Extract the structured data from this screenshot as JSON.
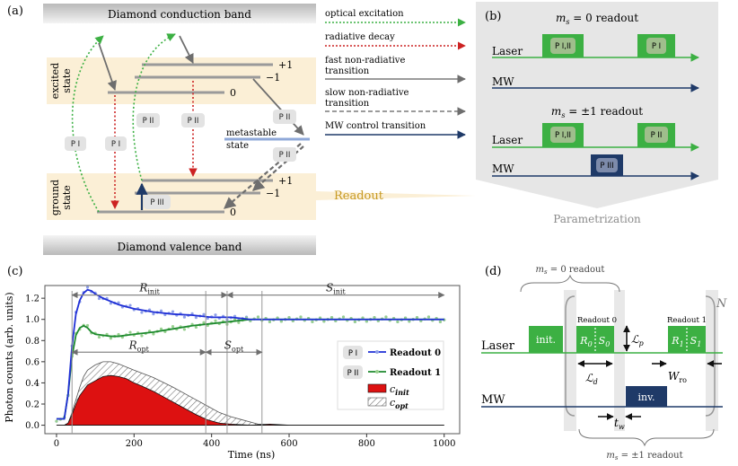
{
  "panel_a": {
    "label": "(a)",
    "conduction_band": "Diamond conduction band",
    "valence_band": "Diamond valence band",
    "excited_state": "excited state",
    "ground_state": "ground state",
    "metastable": "metastable state",
    "levels": {
      "plus1_excited": "+1",
      "minus1_excited": "−1",
      "zero_excited": "0",
      "plus1_ground": "+1",
      "minus1_ground": "−1",
      "zero_ground": "0"
    },
    "pills": [
      "P I",
      "P I",
      "P II",
      "P II",
      "P II",
      "P II",
      "P III"
    ],
    "readout": "Readout",
    "legend": [
      {
        "label": "optical excitation",
        "color": "#3cb043",
        "style": "dotted"
      },
      {
        "label": "radiative decay",
        "color": "#cc2222",
        "style": "dotted"
      },
      {
        "label": "fast non-radiative transition",
        "color": "#7a7a7a",
        "style": "solid"
      },
      {
        "label": "slow non-radiative transition",
        "color": "#7a7a7a",
        "style": "dashed"
      },
      {
        "label": "MW control transition",
        "color": "#1f3a68",
        "style": "solid"
      }
    ]
  },
  "panel_b": {
    "label": "(b)",
    "title0": "m_s = 0 readout",
    "title1": "m_s = ±1 readout",
    "laser": "Laser",
    "mw": "MW",
    "pulses0": [
      "P I,II",
      "P I"
    ],
    "pulses1": [
      "P I,II",
      "P II"
    ],
    "mw_pulse": "P III",
    "footer": "Parametrization"
  },
  "panel_c": {
    "label": "(c)",
    "chart_data": {
      "type": "line",
      "xlabel": "Time (ns)",
      "ylabel": "Photon counts (arb. units)",
      "xlim": [
        -30,
        1040
      ],
      "ylim": [
        -0.08,
        1.32
      ],
      "xticks": [
        "0",
        "200",
        "400",
        "600",
        "800",
        "1000"
      ],
      "yticks": [
        "0.0",
        "0.2",
        "0.4",
        "0.6",
        "0.8",
        "1.0",
        "1.2"
      ],
      "series": [
        {
          "name": "Readout 0",
          "color": "#1f2fd6",
          "x": [
            0,
            20,
            30,
            40,
            50,
            60,
            70,
            80,
            90,
            100,
            120,
            140,
            160,
            180,
            200,
            250,
            300,
            350,
            400,
            450,
            500,
            550,
            600,
            650,
            700,
            750,
            800,
            850,
            900,
            950,
            1000
          ],
          "y": [
            0.06,
            0.06,
            0.3,
            0.75,
            1.05,
            1.18,
            1.25,
            1.28,
            1.27,
            1.24,
            1.2,
            1.17,
            1.14,
            1.12,
            1.1,
            1.07,
            1.05,
            1.04,
            1.02,
            1.02,
            1.0,
            1.0,
            1.0,
            1.0,
            1.0,
            1.0,
            1.0,
            1.0,
            1.0,
            1.0,
            1.0
          ]
        },
        {
          "name": "Readout 1",
          "color": "#1e8a2e",
          "x": [
            0,
            20,
            30,
            40,
            50,
            60,
            70,
            80,
            90,
            100,
            120,
            140,
            160,
            180,
            200,
            250,
            300,
            350,
            400,
            450,
            500,
            550,
            600,
            650,
            700,
            750,
            800,
            850,
            900,
            950,
            1000
          ],
          "y": [
            0.06,
            0.06,
            0.3,
            0.65,
            0.85,
            0.92,
            0.94,
            0.92,
            0.88,
            0.86,
            0.85,
            0.84,
            0.84,
            0.85,
            0.86,
            0.88,
            0.91,
            0.94,
            0.96,
            0.98,
            1.0,
            1.0,
            1.0,
            1.0,
            1.0,
            1.0,
            1.0,
            1.0,
            1.0,
            1.0,
            1.0
          ]
        },
        {
          "name": "c_init",
          "color": "#dd1111",
          "x": [
            0,
            20,
            30,
            40,
            50,
            60,
            70,
            80,
            100,
            120,
            140,
            160,
            180,
            200,
            220,
            250,
            280,
            300,
            330,
            360,
            390,
            420,
            450,
            500,
            550,
            600,
            700,
            800,
            900,
            1000
          ],
          "y": [
            0,
            0,
            0.02,
            0.1,
            0.2,
            0.28,
            0.33,
            0.38,
            0.42,
            0.46,
            0.47,
            0.46,
            0.44,
            0.4,
            0.37,
            0.32,
            0.26,
            0.22,
            0.16,
            0.1,
            0.05,
            0.02,
            0.01,
            0.0,
            0.01,
            0.0,
            0.0,
            0.0,
            0.0,
            0.0
          ]
        },
        {
          "name": "c_opt",
          "color": "#888888",
          "x": [
            0,
            20,
            30,
            40,
            50,
            60,
            70,
            80,
            100,
            120,
            140,
            160,
            180,
            200,
            250,
            300,
            350,
            380,
            400,
            420,
            450,
            480,
            500,
            520,
            560,
            600,
            700,
            800,
            900,
            1000
          ],
          "y": [
            0,
            0,
            0.02,
            0.12,
            0.24,
            0.36,
            0.46,
            0.52,
            0.57,
            0.6,
            0.6,
            0.58,
            0.55,
            0.52,
            0.45,
            0.36,
            0.26,
            0.2,
            0.16,
            0.12,
            0.08,
            0.05,
            0.03,
            0.01,
            0.0,
            0.0,
            0.0,
            0.0,
            0.0,
            0.0
          ]
        }
      ],
      "annotations": [
        {
          "text": "R_init",
          "x0": 40,
          "x1": 440,
          "y": 1.23
        },
        {
          "text": "S_init",
          "x0": 440,
          "x1": 1000,
          "y": 1.23
        },
        {
          "text": "R_opt",
          "x0": 40,
          "x1": 385,
          "y": 0.69
        },
        {
          "text": "S_opt",
          "x0": 385,
          "x1": 530,
          "y": 0.69
        }
      ],
      "legend": [
        {
          "label": "Readout 0",
          "tag": "P I"
        },
        {
          "label": "Readout 1",
          "tag": "P II"
        },
        {
          "label": "c_init"
        },
        {
          "label": "c_opt"
        }
      ]
    }
  },
  "panel_d": {
    "label": "(d)",
    "top_brace": "m_s = 0 readout",
    "bottom_brace": "m_s = ±1 readout",
    "laser": "Laser",
    "mw": "MW",
    "init": "init.",
    "inv": "inv.",
    "readout0": "Readout 0",
    "readout1": "Readout 1",
    "N": "N",
    "R0": "R0",
    "S0": "S0",
    "R1": "R1",
    "S1": "S1",
    "Lp": "L_p",
    "Ld": "L_d",
    "Wro": "W_ro",
    "tw": "t_w"
  }
}
